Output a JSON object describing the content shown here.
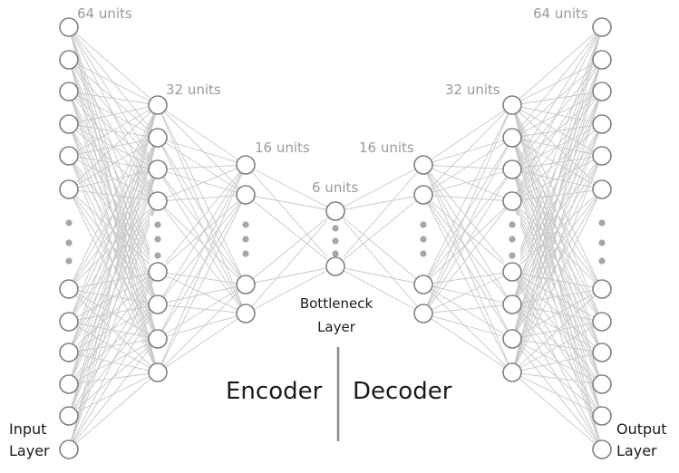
{
  "labels": {
    "encoder_l1_units": "64 units",
    "encoder_l2_units": "32 units",
    "encoder_l3_units": "16 units",
    "bottleneck_units": "6 units",
    "decoder_l3_units": "16 units",
    "decoder_l2_units": "32 units",
    "decoder_l1_units": "64 units",
    "input_layer_line1": "Input",
    "input_layer_line2": "Layer",
    "output_layer_line1": "Output",
    "output_layer_line2": "Layer",
    "bottleneck_line1": "Bottleneck",
    "bottleneck_line2": "Layer",
    "encoder": "Encoder",
    "decoder": "Decoder"
  },
  "colors": {
    "node_stroke": "#808080",
    "edge": "#c8c8c8",
    "dots": "#a6a6a6",
    "divider": "#8a8a8a"
  }
}
